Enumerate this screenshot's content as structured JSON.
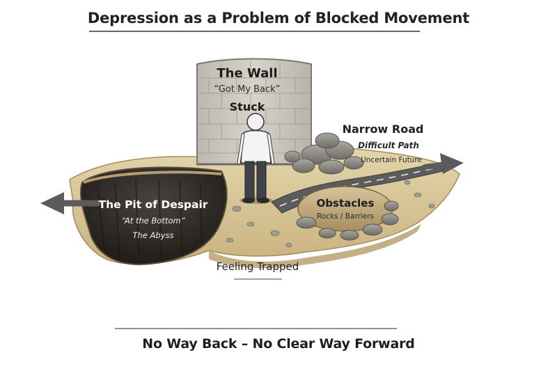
{
  "title": "Depression as a Problem of Blocked Movement",
  "wall": {
    "title": "The Wall",
    "quote": "“Got My Back”",
    "state": "Stuck"
  },
  "road": {
    "title": "Narrow Road",
    "subtitle": "Difficult Path",
    "subtitle2": "Uncertain Future"
  },
  "obstacles": {
    "title": "Obstacles",
    "subtitle": "Rocks / Barriers"
  },
  "pit": {
    "title": "The Pit of Despair",
    "quote": "“At the Bottom”",
    "subtitle": "The Abyss"
  },
  "trapped": "Feeling Trapped",
  "footer": "No Way Back – No Clear Way Forward",
  "colors": {
    "ground": "#d9c79a",
    "ground_dark": "#b79f6c",
    "wall": "#cfcbc2",
    "pit": "#2b2723",
    "road": "#5a5a5a",
    "arrow": "#5b5b5b",
    "rock": "#8f8d86"
  },
  "icons": [
    "wall-icon",
    "person-icon",
    "pit-icon",
    "road-icon",
    "rocks-icon",
    "arrow-left-icon",
    "arrow-right-icon"
  ]
}
